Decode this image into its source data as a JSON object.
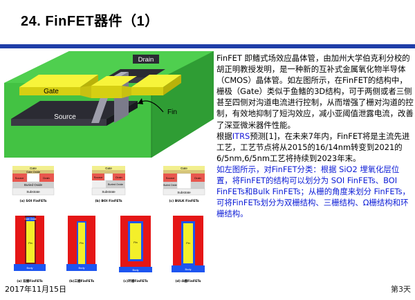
{
  "slide": {
    "title": "24. FinFET器件（1）",
    "date": "2017年11月15日",
    "page": "第3天"
  },
  "figure_3d": {
    "drain": "Drain",
    "gate": "Gate",
    "source": "Source",
    "fin": "Fin"
  },
  "figure_cross": {
    "gate": "Gate",
    "gate_oxide": "Gate Oxide",
    "source": "Source",
    "drain": "Drain",
    "buried_oxide": "Buried Oxide",
    "substrate": "Substrate",
    "fin": "Fin",
    "body": "Body",
    "gate_oxide_alt": "Gate Oxide",
    "top_captions": [
      "(a) SOI FinFETs",
      "(b) BOI FinFETs",
      "(c) BULK FinFETs"
    ],
    "bottom_captions": [
      "(a) 双栅FinFETs",
      "(b)三栅FinFETs",
      "(c)环栅FinFETs",
      "(d) Ω栅FinFETs"
    ]
  },
  "text": {
    "para1": "FinFET 即鳍式场效应晶体管，由加州大学伯克利分校的胡正明教授发明，是一种新的互补式金属氧化物半导体（CMOS）晶体管。如左图所示，在FinFET的结构中，栅极（Gate）类似于鱼鳍的3D结构，可于两侧或者三侧甚至四侧对沟道电流进行控制，从而增强了栅对沟道的控制，有效地抑制了短沟效应，减小亚阈值泄露电流，改善了深亚微米器件性能。",
    "para2_a": "根据",
    "para2_itrs": "ITRS",
    "para2_b": "预测[1]，在未来7年内，FinFET将是主流先进工艺，工艺节点将从2015的16/14nm转变到2021的6/5nm,6/5nm工艺将持续到2023年末。",
    "para3": "如左图所示，对FinFET分类：根据 SiO2 埋氧化层位置，将FinFET的结构可以划分为 SOI FinFETs、BOI FinFETs和Bulk FinFETs；从栅的角度来划分 FinFETs，可将FinFETs划分为双栅结构、三栅结构、Ω栅结构和环栅结构。"
  },
  "colors": {
    "title_rule": "#1f3ea8",
    "substrate_green": "#43c243",
    "gate_yellow": "#f4ef2a",
    "fin_gray": "#8f8f9e",
    "body_blue": "#1d55f0",
    "oxide_red": "#e51616",
    "highlight_blue": "#0b1bd6"
  }
}
